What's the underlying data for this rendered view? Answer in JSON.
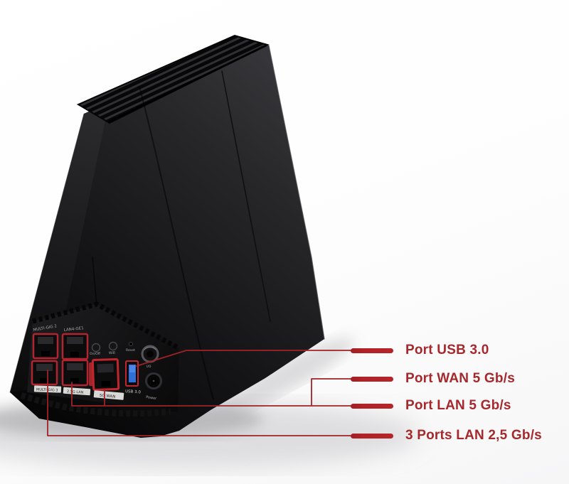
{
  "figure": {
    "description": "Rear view of a black tower Wi-Fi router with red callout lines labelling its ports",
    "background_color": "#ffffff"
  },
  "colors": {
    "accent_red_marker": "#b22226",
    "accent_red_line": "#9e2327",
    "accent_red_text": "#a5282c",
    "port_bezel_red": "#b02530",
    "usb_blue": "#3a74d9",
    "device_black": "#141416"
  },
  "callouts": [
    {
      "id": "usb",
      "label": "Port USB 3.0"
    },
    {
      "id": "wan",
      "label": "Port WAN 5 Gb/s"
    },
    {
      "id": "lan5",
      "label": "Port LAN 5 Gb/s"
    },
    {
      "id": "lan25",
      "label": "3 Ports LAN 2,5 Gb/s"
    }
  ],
  "device": {
    "rear_port_labels": {
      "port_top_left": "MULTI-GIG 2",
      "port_top_right": "LAN4-GE1",
      "sticker_bottom_left": "MULTI-GIG 3",
      "sticker_bottom_mid": "2.5G LAN",
      "sticker_wan": "5G WAN",
      "button_onoff": "On/Off",
      "button_wifi": "WiFi",
      "reset": "Reset",
      "usb": "USB 3.0",
      "power_button": "I/O",
      "power_jack": "Power"
    }
  }
}
